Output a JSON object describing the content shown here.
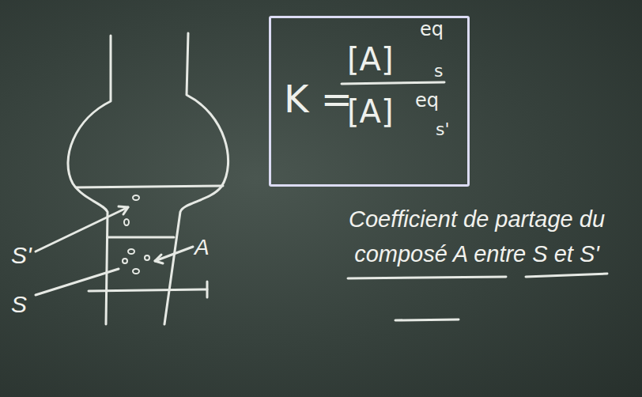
{
  "diagram": {
    "nodes": [
      {
        "text": [
          "K =",
          "[A]",
          "eq",
          "s",
          "[A]",
          "eq",
          "s'"
        ]
      }
    ],
    "labels": [
      "S'",
      "S",
      "A",
      "Coefficient de partage du composé A entre S et S'"
    ]
  }
}
